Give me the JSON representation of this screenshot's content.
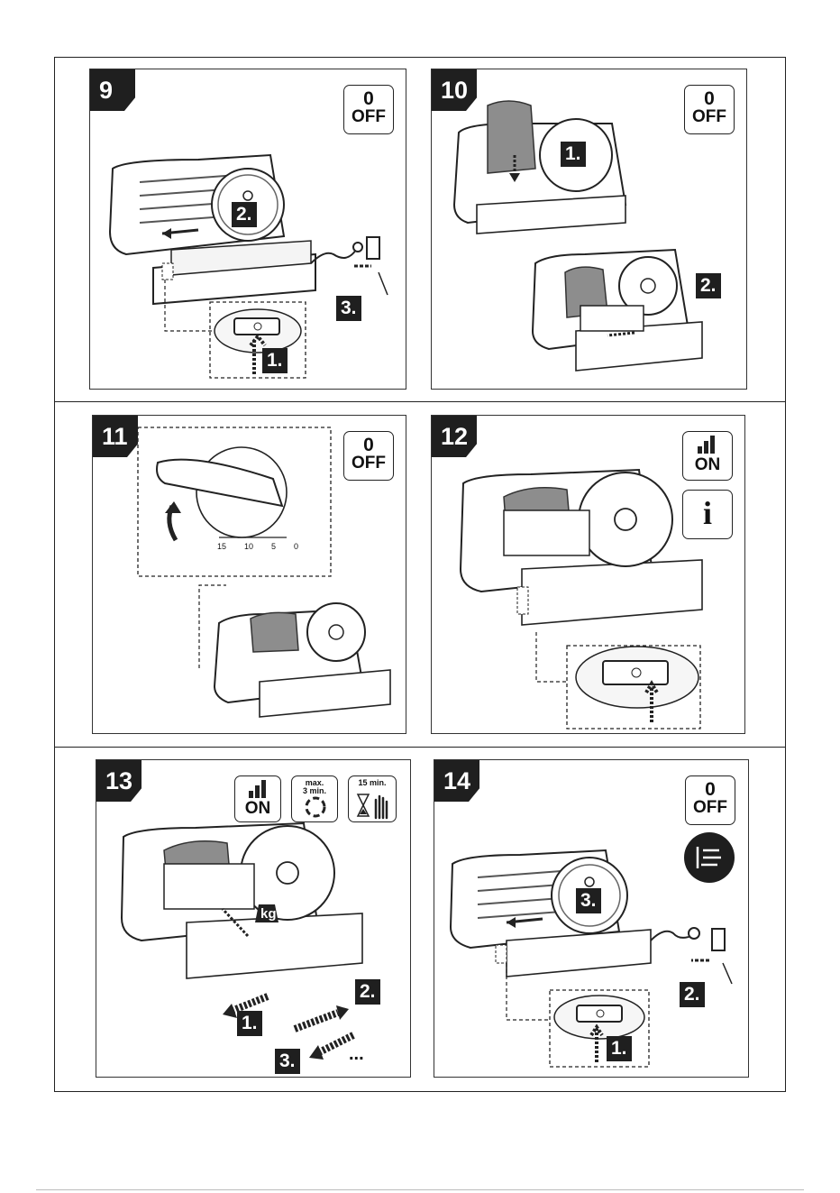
{
  "steps": [
    {
      "number": "9",
      "badges": [
        {
          "l1": "0",
          "l2": "OFF"
        }
      ],
      "labels": [
        "1.",
        "2.",
        "3."
      ]
    },
    {
      "number": "10",
      "badges": [
        {
          "l1": "0",
          "l2": "OFF"
        }
      ],
      "labels": [
        "1.",
        "2."
      ]
    },
    {
      "number": "11",
      "badges": [
        {
          "l1": "0",
          "l2": "OFF"
        }
      ],
      "dial_ticks": [
        "15",
        "10",
        "5",
        "0"
      ]
    },
    {
      "number": "12",
      "badges": [
        {
          "l1": "ON"
        },
        {
          "l1": "i"
        }
      ]
    },
    {
      "number": "13",
      "badges": [
        {
          "l1": "ON"
        },
        {
          "l1": "max.",
          "l2": "3 min."
        },
        {
          "l1": "15 min."
        }
      ],
      "labels": [
        "1.",
        "2.",
        "3."
      ],
      "weight_label": "kg",
      "ellipsis": "..."
    },
    {
      "number": "14",
      "badges": [
        {
          "l1": "0",
          "l2": "OFF"
        }
      ],
      "labels": [
        "1.",
        "2.",
        "3."
      ]
    }
  ],
  "colors": {
    "ink": "#1f1f1f",
    "line": "#333333",
    "gray": "#8a8a8a",
    "bg": "#ffffff"
  },
  "icons": [
    "power-switch-icon",
    "plug-icon",
    "socket-icon",
    "rotation-arrow-icon",
    "hourglass-hand-icon",
    "info-icon",
    "unplug-icon",
    "signal-bars-icon"
  ]
}
